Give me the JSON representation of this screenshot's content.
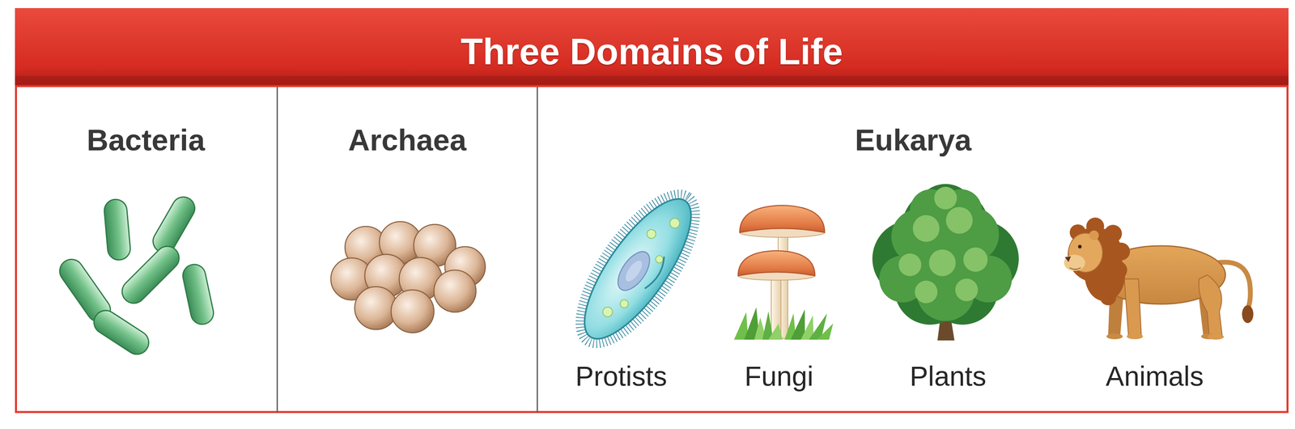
{
  "diagram": {
    "title": "Three Domains of Life",
    "nodes": [
      {
        "text": [
          "Bacteria"
        ]
      },
      {
        "text": [
          "Archaea"
        ]
      },
      {
        "text": [
          "Eukarya"
        ]
      }
    ],
    "labels": [
      "Protists",
      "Fungi",
      "Plants",
      "Animals"
    ]
  }
}
